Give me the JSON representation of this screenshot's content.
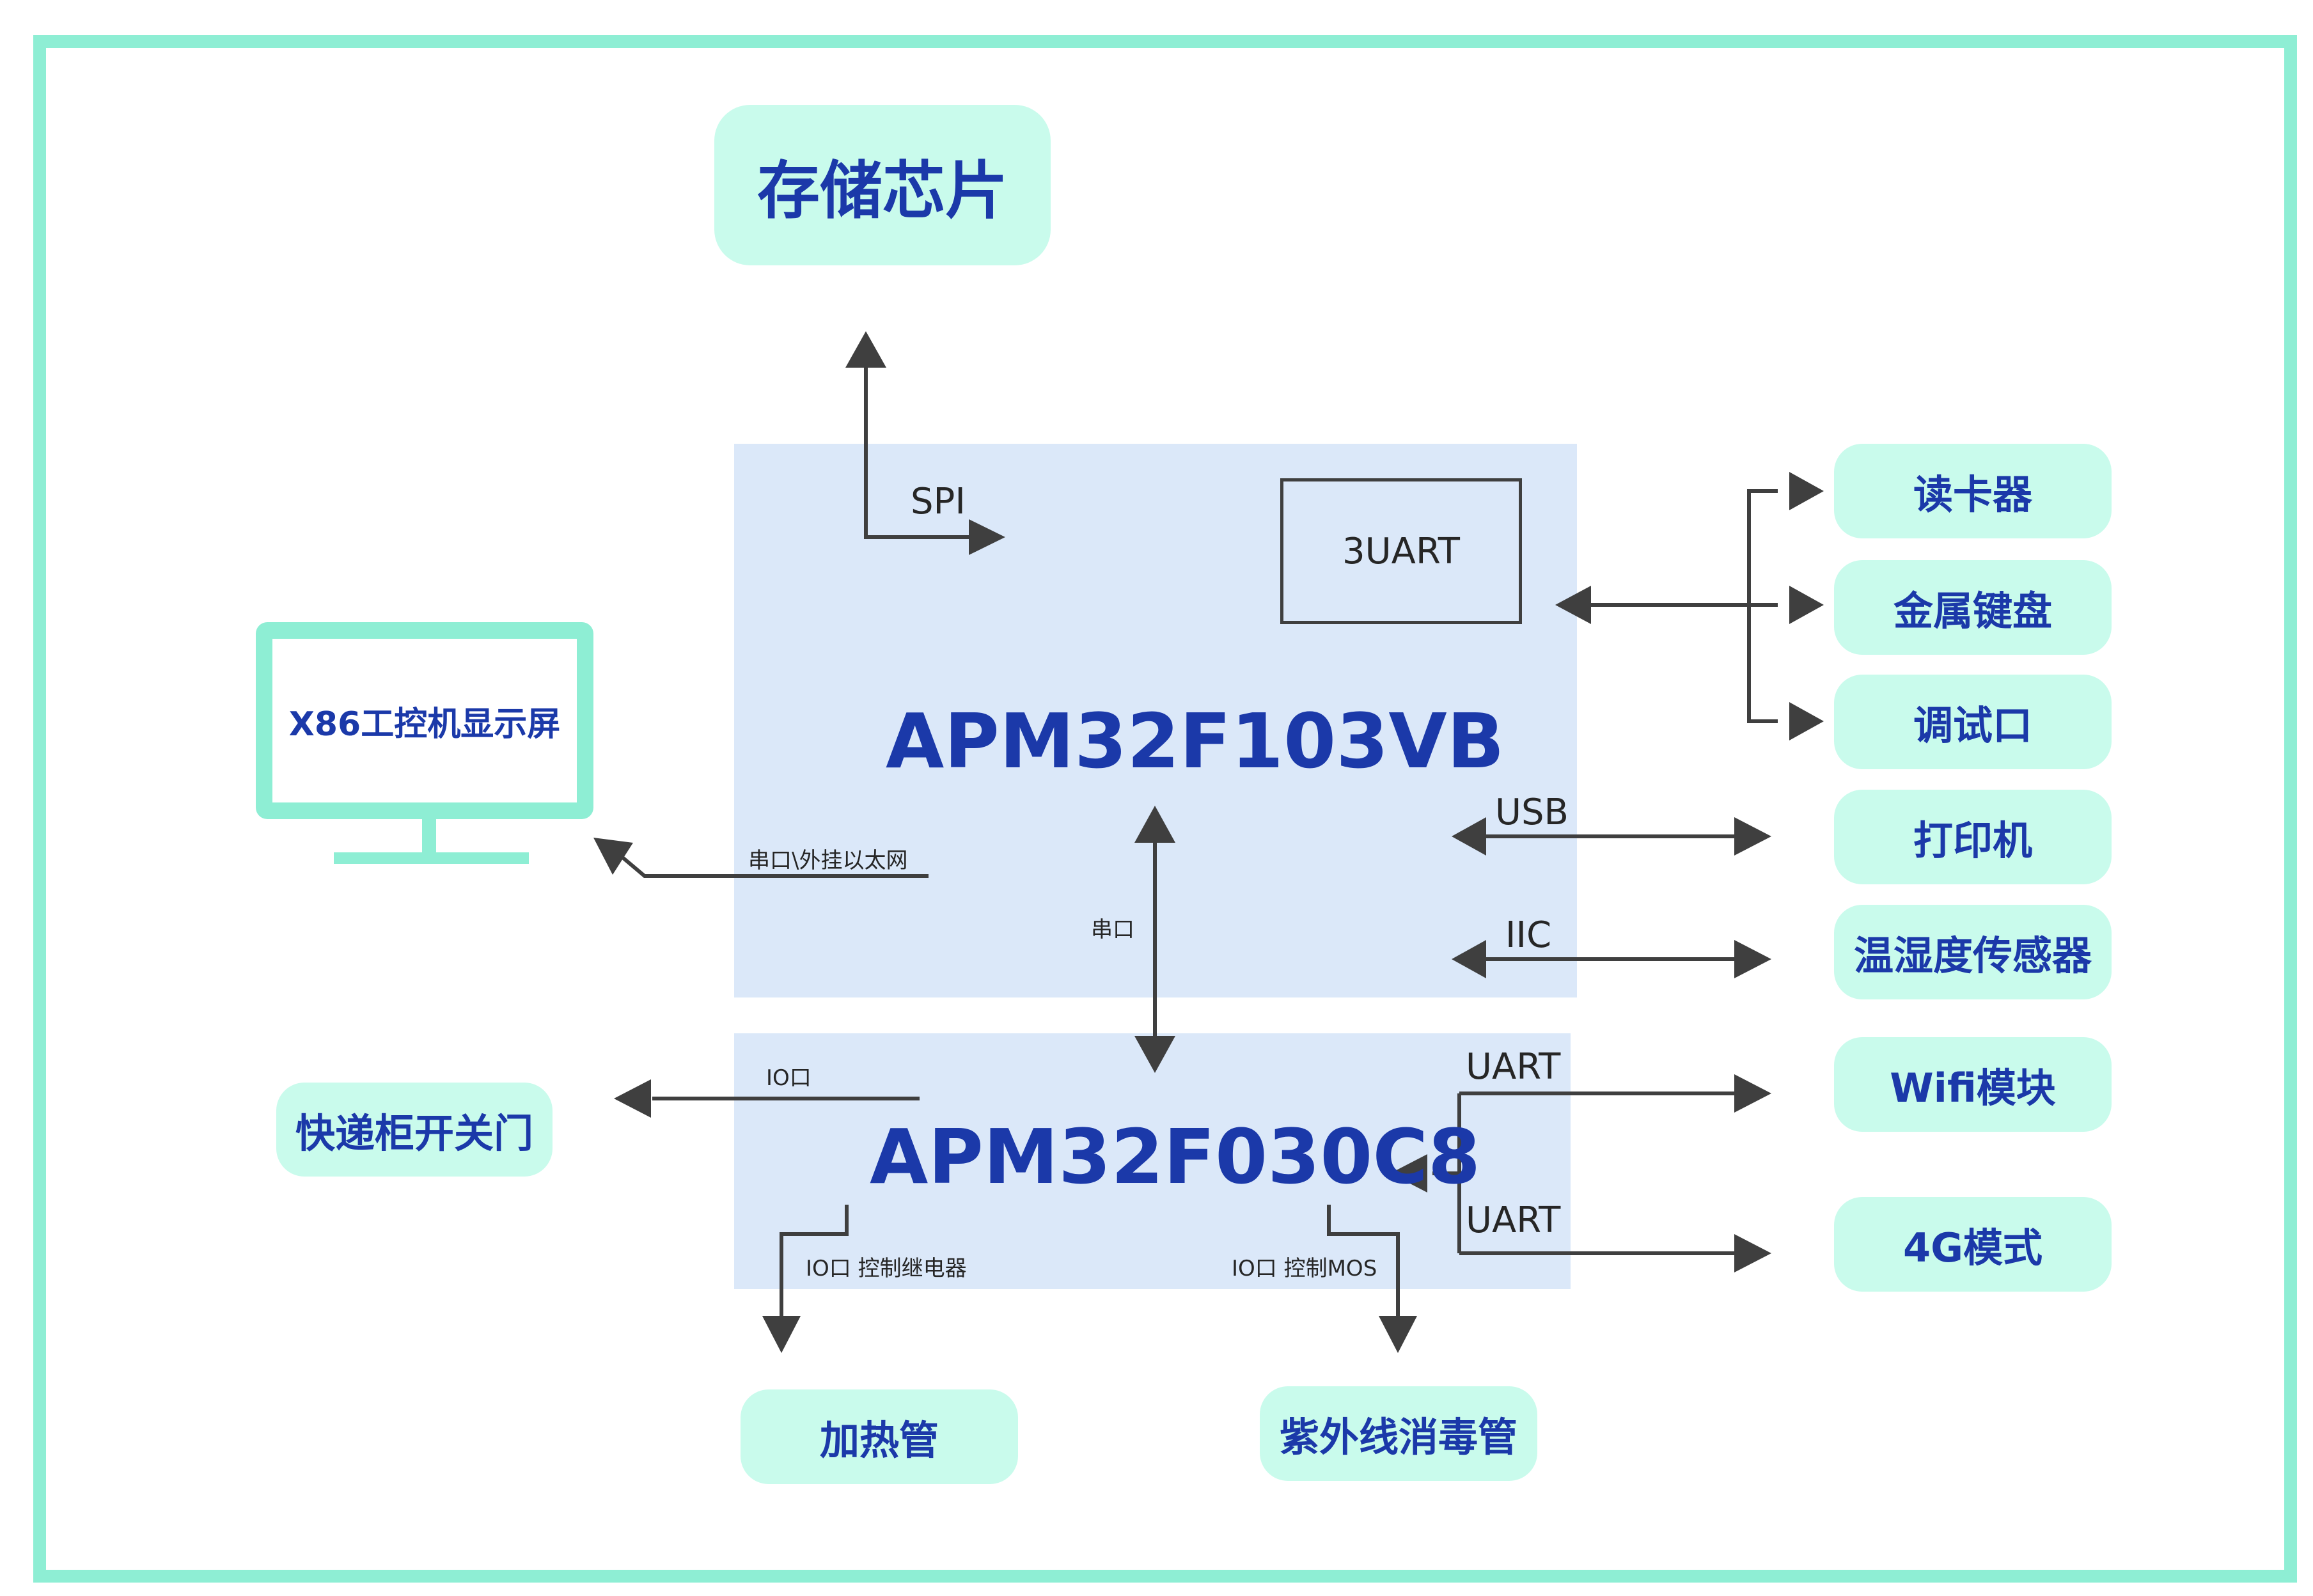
{
  "colors": {
    "frame": "#8eeed4",
    "node_fill": "#c9fbec",
    "block_fill": "#dbe8f9",
    "title_text": "#1b39a9",
    "line": "#3f3f3f"
  },
  "chips": {
    "main": "APM32F103VB",
    "sub": "APM32F030C8",
    "uart_box": "3UART"
  },
  "nodes": {
    "storage": "存储芯片",
    "monitor": "X86工控机显示屏",
    "card_reader": "读卡器",
    "keyboard": "金属键盘",
    "debug_port": "调试口",
    "printer": "打印机",
    "sensor": "温湿度传感器",
    "wifi": "Wifi模块",
    "lte": "4G模式",
    "door": "快递柜开关门",
    "heater": "加热管",
    "uv": "紫外线消毒管"
  },
  "labels": {
    "spi": "SPI",
    "usb": "USB",
    "iic": "IIC",
    "uart_wifi": "UART",
    "uart_4g": "UART",
    "serial_eth": "串口\\外挂以太网",
    "serial": "串口",
    "io_door": "IO口",
    "io_relay": "IO口 控制继电器",
    "io_mos": "IO口 控制MOS"
  },
  "icons": [
    "monitor-icon",
    "arrow-icon"
  ]
}
